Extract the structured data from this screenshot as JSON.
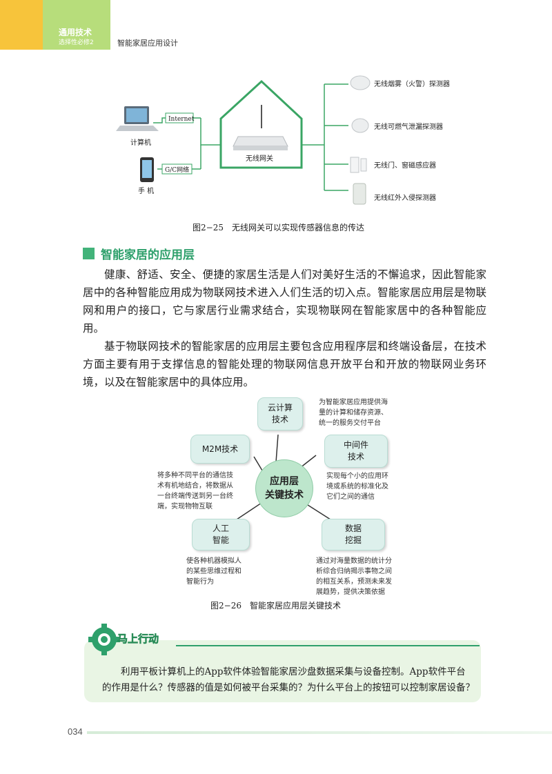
{
  "header": {
    "book_title": "通用技术",
    "book_subtitle": "选择性必修2",
    "section": "智能家居应用设计"
  },
  "figure1": {
    "computer_label": "计算机",
    "phone_label": "手 机",
    "internet_label": "Internet",
    "gc_label": "G/C网络",
    "gateway_label": "无线网关",
    "devices": [
      "无线烟雾（火警）探测器",
      "无线可燃气泄漏探测器",
      "无线门、窗磁感应器",
      "无线红外入侵探测器"
    ],
    "caption": "图2−25　无线网关可以实现传感器信息的传达"
  },
  "section_heading": "智能家居的应用层",
  "paragraphs": [
    "健康、舒适、安全、便捷的家居生活是人们对美好生活的不懈追求，因此智能家居中的各种智能应用成为物联网技术进入人们生活的切入点。智能家居应用层是物联网和用户的接口，它与家居行业需求结合，实现物联网在智能家居中的各种智能应用。",
    "基于物联网技术的智能家居的应用层主要包含应用程序层和终端设备层，在技术方面主要有用于支撑信息的智能处理的物联网信息开放平台和开放的物联网业务环境，以及在智能家居中的具体应用。"
  ],
  "figure2": {
    "center_line1": "应用层",
    "center_line2": "关键技术",
    "cloud_line1": "云计算",
    "cloud_line2": "技术",
    "cloud_note": [
      "为智能家居应用提供海",
      "量的计算和储存资源、",
      "统一的服务交付平台"
    ],
    "m2m": "M2M技术",
    "m2m_note": [
      "将多种不同平台的通信技",
      "术有机地结合，将数据从",
      "一台终端传送到另一台终",
      "端，实现物物互联"
    ],
    "middleware_line1": "中间件",
    "middleware_line2": "技术",
    "middleware_note": [
      "实现每个小的应用环",
      "境或系统的标准化及",
      "它们之间的通信"
    ],
    "ai_line1": "人工",
    "ai_line2": "智能",
    "ai_note": [
      "使各种机器模拟人",
      "的某些思维过程和",
      "智能行为"
    ],
    "dm_line1": "数据",
    "dm_line2": "挖掘",
    "dm_note": [
      "通过对海量数据的统计分",
      "析综合归纳揭示事物之间",
      "的相互关系，预测未来发",
      "展趋势，提供决策依据"
    ],
    "caption": "图2−26　智能家居应用层关键技术"
  },
  "action": {
    "title": "马上行动",
    "text": "利用平板计算机上的App软件体验智能家居沙盘数据采集与设备控制。App软件平台的作用是什么？传感器的值是如何被平台采集的？为什么平台上的按钮可以控制家居设备？"
  },
  "page_number": "034"
}
